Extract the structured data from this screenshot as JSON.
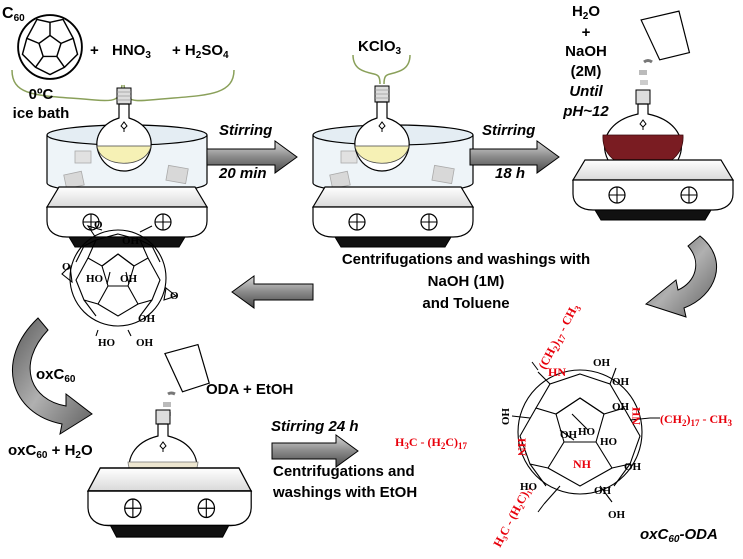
{
  "step1": {
    "c60_base": "C",
    "c60_sub": "60",
    "plus1": "+",
    "hno3": "HNO",
    "hno3_sub": "3",
    "h2so4_prefix": "+ H",
    "h2so4_sub1": "2",
    "h2so4_mid": "SO",
    "h2so4_sub2": "4",
    "temp": "0ºC",
    "bath": "ice bath"
  },
  "arrow1": {
    "top": "Stirring",
    "bottom": "20 min"
  },
  "step2": {
    "kclo3": "KClO",
    "kclo3_sub": "3"
  },
  "arrow2": {
    "top": "Stirring",
    "bottom": "18 h"
  },
  "step3": {
    "h2o_base": "H",
    "h2o_sub": "2",
    "h2o_end": "O",
    "plus": "+",
    "naoh": "NaOH",
    "conc": "(2M)",
    "until": "Until",
    "ph": "pH~12"
  },
  "wash1": {
    "line1": "Centrifugations and washings with",
    "line2": "NaOH (1M)",
    "line3": "and Toluene"
  },
  "oxc60_label": {
    "base": "oxC",
    "sub": "60"
  },
  "mix_label": {
    "base": "oxC",
    "sub": "60",
    "rest": " + H",
    "sub2": "2",
    "end": "O"
  },
  "oda_label": "ODA + EtOH",
  "arrow3": {
    "top": "Stirring 24 h",
    "bottom1": "Centrifugations and",
    "bottom2": "washings with EtOH"
  },
  "product_label": {
    "base": "oxC",
    "sub": "60",
    "rest": "-ODA"
  },
  "oxc60_structure": {
    "oh_labels": [
      "OH",
      "OH",
      "OH",
      "HO",
      "HO",
      "OH"
    ],
    "o_label": "O"
  },
  "oda_structure": {
    "chain_top": "(CH",
    "chain_top_sub": "2",
    "chain_top_end": ")",
    "chain_top_n": "17",
    "chain_top_ch3": "- CH",
    "chain_top_ch3_sub": "3",
    "chain_right": "(CH",
    "chain_right_sub": "2",
    "chain_right_end": ")",
    "chain_right_n": "17",
    "chain_right_ch3": " - CH",
    "chain_right_ch3_sub": "3",
    "chain_left_h3c": "H",
    "chain_left_h3c_sub": "3",
    "chain_left_c": "C - (H",
    "chain_left_sub2": "2",
    "chain_left_c2": "C)",
    "chain_left_n": "17",
    "chain_bottom": "H₃C - (H₂C)₁₇",
    "nh": "NH",
    "hn": "HN",
    "oh_labels": [
      "OH",
      "OH",
      "OH",
      "HO",
      "OH",
      "HO",
      "HO",
      "OH",
      "OH",
      "HO",
      "OH"
    ]
  },
  "colors": {
    "flask_yellow": "#f6f1b5",
    "flask_red": "#7a1c22",
    "flask_beige": "#ede6d0",
    "chain_red": "#e8000b",
    "arrow_gray": "#8e8e8e"
  }
}
